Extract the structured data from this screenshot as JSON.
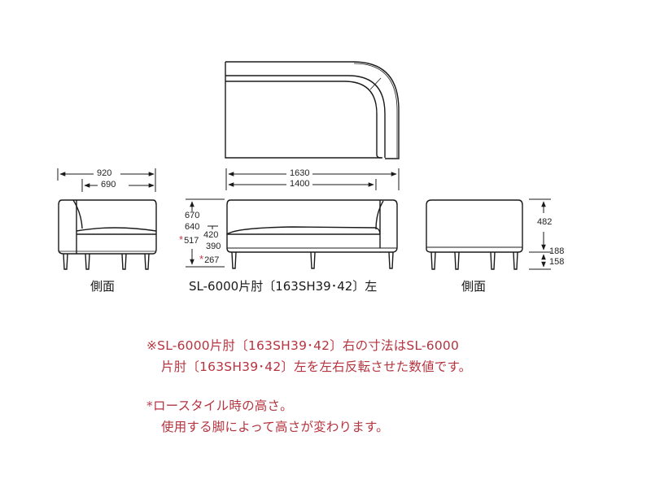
{
  "top_view": {
    "name": "plan-view"
  },
  "side_left": {
    "dims": {
      "overall_depth": "920",
      "seat_depth": "690"
    },
    "caption": "側面"
  },
  "front": {
    "dims": {
      "overall_width": "1630",
      "inner_width": "1400"
    },
    "heights": {
      "h670": "670",
      "h640": "640",
      "h517": "517",
      "h420": "420",
      "h390": "390",
      "h267": "267"
    },
    "caption": "SL-6000片肘〔163SH39･42〕左"
  },
  "side_right": {
    "dims": {
      "body_height": "482",
      "leg_188": "188",
      "leg_158": "158"
    },
    "caption": "側面"
  },
  "notes": {
    "line1": "※SL-6000片肘〔163SH39･42〕右の寸法はSL-6000",
    "line2": "片肘〔163SH39･42〕左を左右反転させた数値です。",
    "line3_marker": "*",
    "line3": "ロースタイル時の高さ。",
    "line4": "使用する脚によって高さが変わります。"
  },
  "colors": {
    "line": "#1a1a1a",
    "note_red": "#b5343f",
    "asterisk_red": "#c0394a"
  }
}
